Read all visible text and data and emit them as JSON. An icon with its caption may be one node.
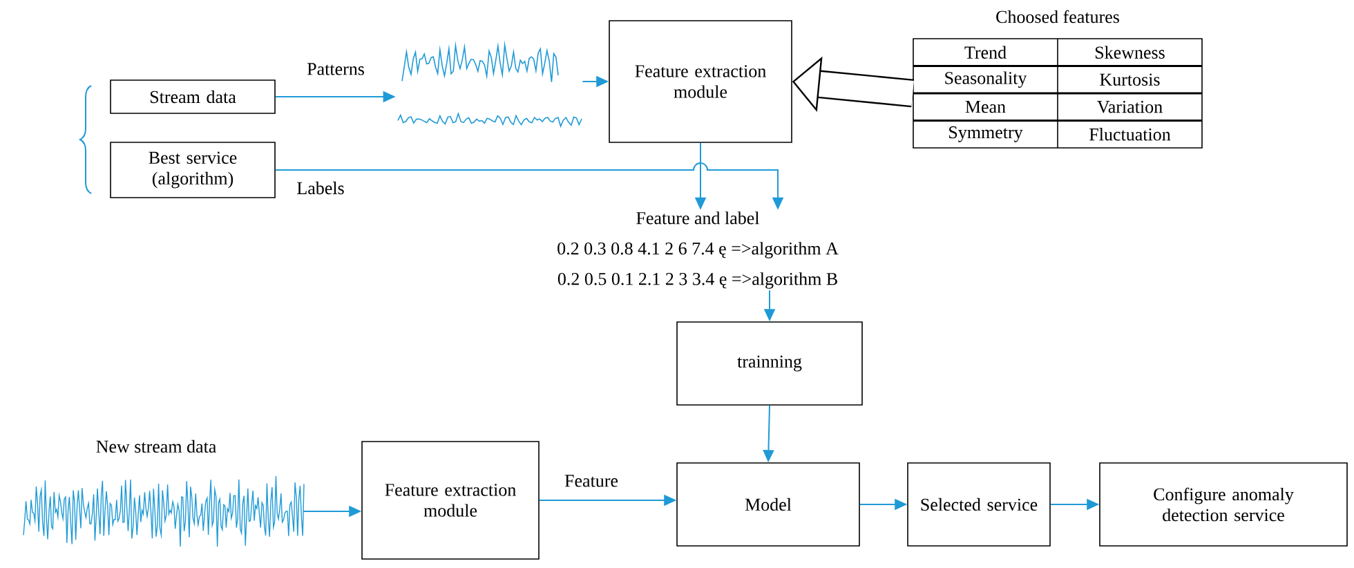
{
  "diagram": {
    "nodes": [
      {
        "text": [
          "Stream data"
        ]
      },
      {
        "text": [
          "Best service (algorithm)"
        ]
      },
      {
        "text": [],
        "shape": "picture"
      },
      {
        "text": [
          "Feature extraction module"
        ]
      },
      {
        "text": [
          "Choosed features",
          "Trend",
          "Skewness",
          "Seasonality",
          "Kurtosis",
          "Mean",
          "Variation",
          "Symmetry",
          "Fluctuation"
        ]
      },
      {
        "text": [
          "Feature and label",
          "0.2 0.3 0.8 4.1 2 6 7.4 ę =>algorithm A",
          "0.2 0.5 0.1 2.1 2 3 3.4 ę =>algorithm B"
        ]
      },
      {
        "text": [
          "trainning"
        ]
      },
      {
        "text": [],
        "shape": "picture",
        "beside": [
          "New stream data"
        ]
      },
      {
        "text": [
          "Feature extraction module"
        ]
      },
      {
        "text": [
          "Model"
        ]
      },
      {
        "text": [
          "Selected service"
        ]
      },
      {
        "text": [
          "Configure anomaly detection service"
        ]
      }
    ],
    "edges": [
      {
        "from": 0,
        "to": 2,
        "arrow": "to",
        "label": "Patterns"
      },
      {
        "from": 2,
        "to": 3,
        "arrow": "to"
      },
      {
        "from": 4,
        "to": 3,
        "arrow": "to",
        "style": "thick",
        "color": "#000000"
      },
      {
        "from": 3,
        "to": 5,
        "arrow": "to"
      },
      {
        "from": 1,
        "to": 5,
        "arrow": "to",
        "label": "Labels"
      },
      {
        "from": 5,
        "to": 6,
        "arrow": "to"
      },
      {
        "from": 6,
        "to": 9,
        "arrow": "to"
      },
      {
        "from": 7,
        "to": 8,
        "arrow": "to"
      },
      {
        "from": 8,
        "to": 9,
        "arrow": "to",
        "label": "Feature"
      },
      {
        "from": 9,
        "to": 10,
        "arrow": "to"
      },
      {
        "from": 10,
        "to": 11,
        "arrow": "to"
      }
    ]
  }
}
